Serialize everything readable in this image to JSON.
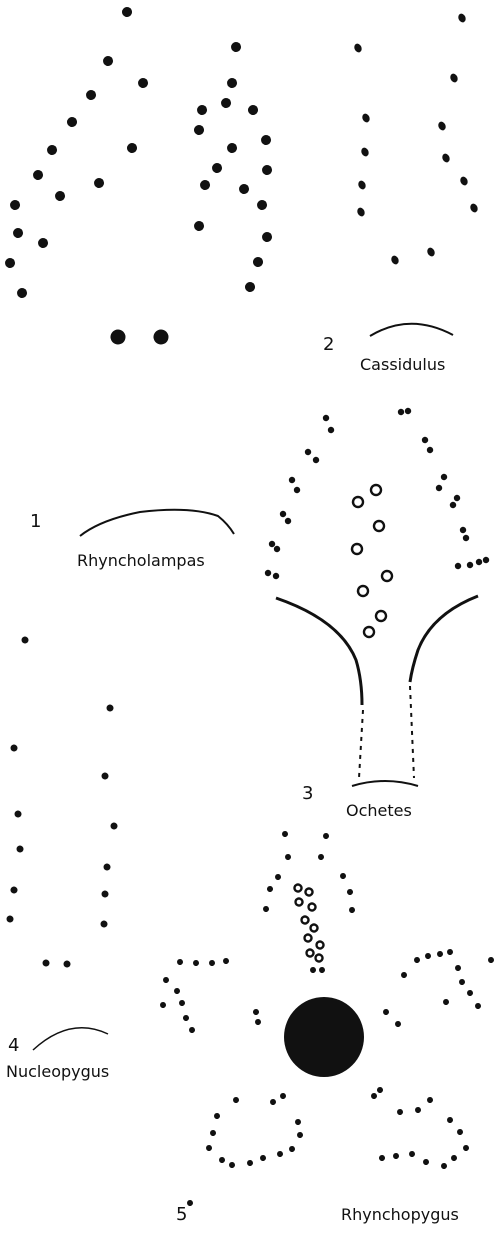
{
  "figures": [
    {
      "number": "1",
      "genus": "Rhyncholampas"
    },
    {
      "number": "2",
      "genus": "Cassidulus"
    },
    {
      "number": "3",
      "genus": "Ochetes"
    },
    {
      "number": "4",
      "genus": "Nucleopygus"
    },
    {
      "number": "5",
      "genus": "Rhynchopygus"
    }
  ],
  "colors": {
    "ink": "#111111",
    "paper": "#ffffff"
  }
}
